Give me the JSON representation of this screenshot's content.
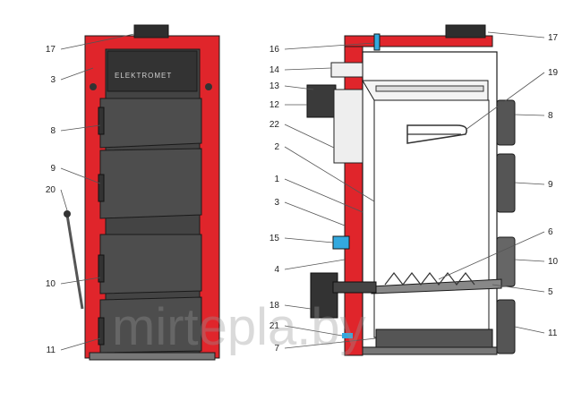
{
  "brand_plate": "ELEKTROMET",
  "watermark": "mirtepla.by",
  "colors": {
    "body_red": "#e0252b",
    "door_dark": "#3b3b3b",
    "door_face": "#5a5a5a",
    "blue_part": "#33a9df",
    "outline": "#1a1a1a"
  },
  "front_view_labels": [
    "17",
    "3",
    "8",
    "9",
    "20",
    "10",
    "11"
  ],
  "section_view_labels": {
    "left": [
      "16",
      "14",
      "13",
      "12",
      "22",
      "2",
      "1",
      "3",
      "15",
      "4",
      "18",
      "21",
      "7"
    ],
    "right": [
      "17",
      "19",
      "8",
      "9",
      "6",
      "10",
      "5",
      "11"
    ]
  }
}
